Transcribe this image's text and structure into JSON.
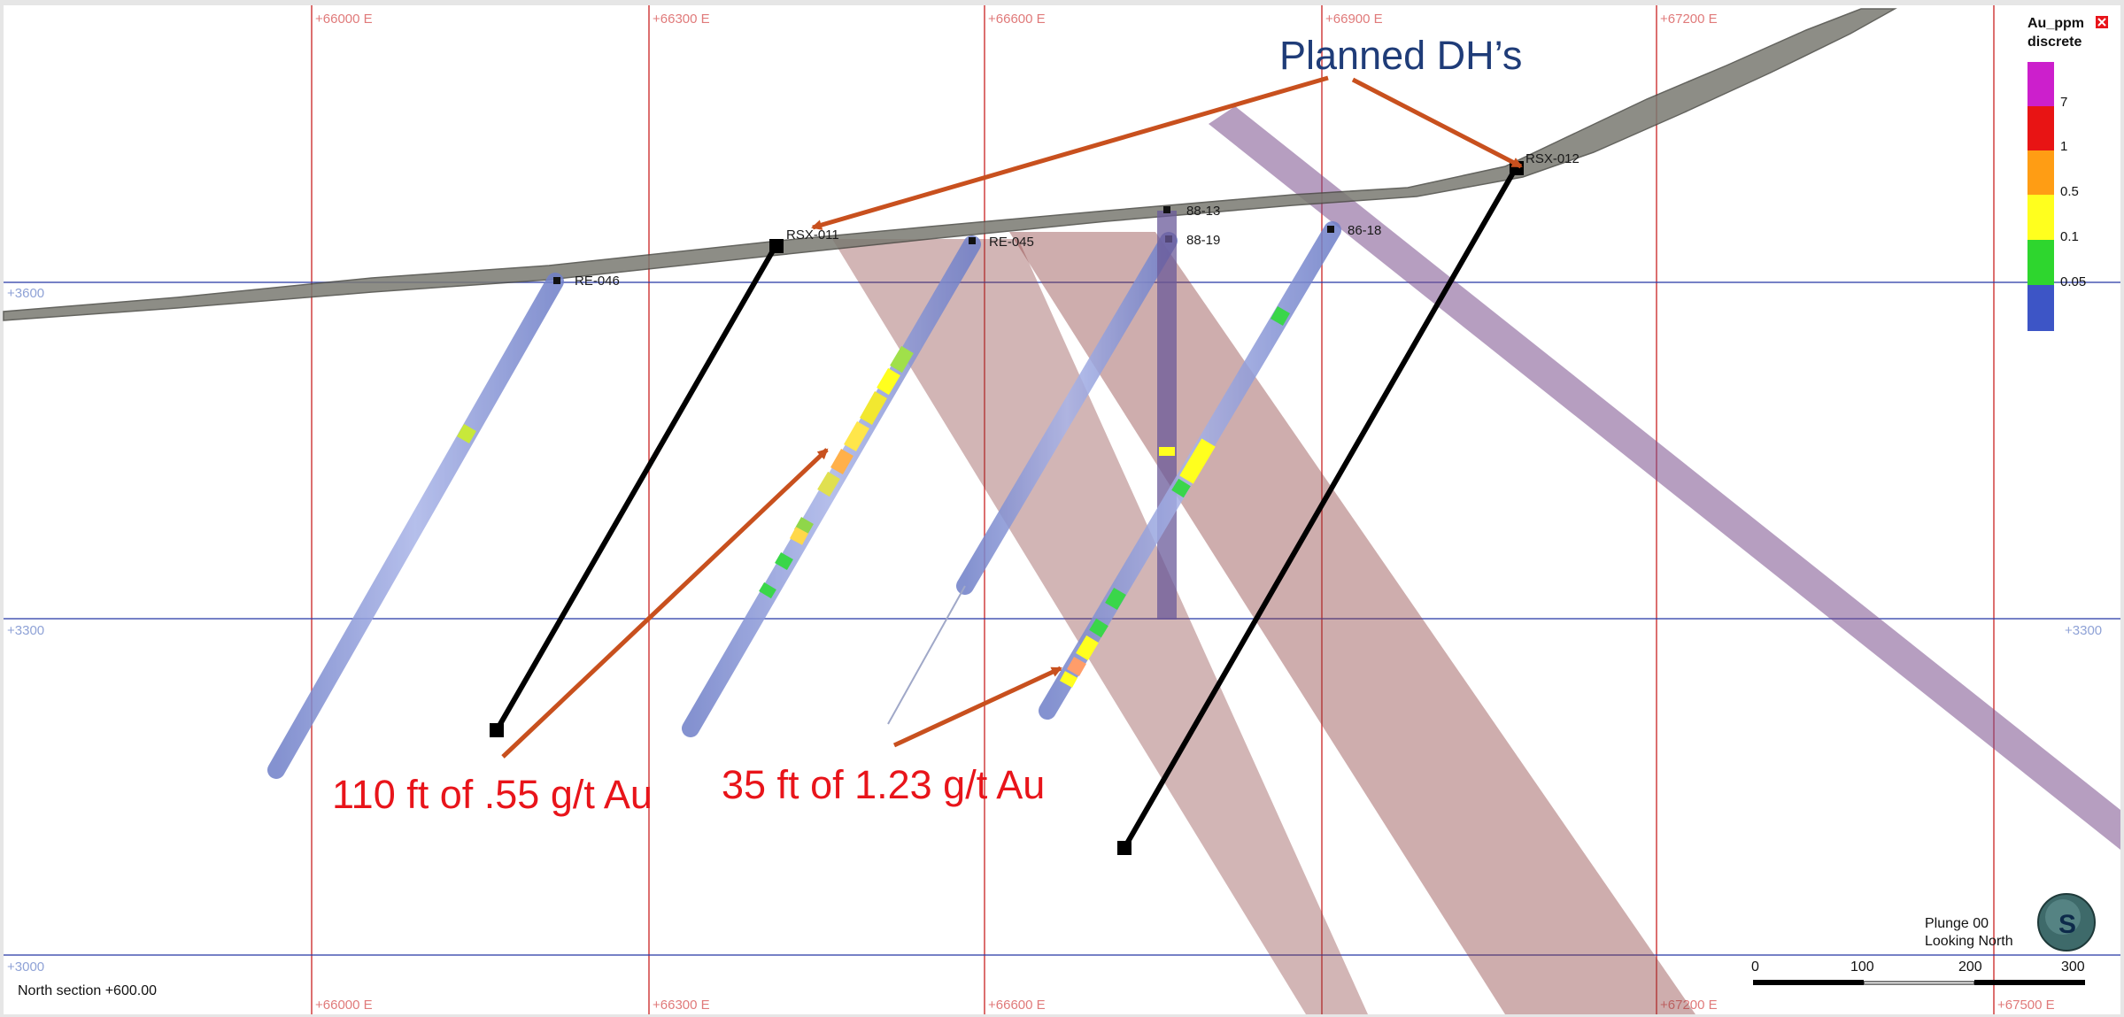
{
  "view": {
    "section_label": "North section +600.00",
    "plunge_label": "Plunge 00",
    "looking_label": "Looking North",
    "compass_letter": "S"
  },
  "grid": {
    "eastings": [
      "+66000 E",
      "+66300 E",
      "+66600 E",
      "+66900 E",
      "+67200 E",
      "+67500 E"
    ],
    "elevations": [
      "+3600",
      "+3300",
      "+3000"
    ]
  },
  "drillholes": {
    "re046": "RE-046",
    "rsx011": "RSX-011",
    "re045": "RE-045",
    "h88_13": "88-13",
    "h88_19": "88-19",
    "h86_18": "86-18",
    "rsx012": "RSX-012"
  },
  "annotations": {
    "planned": "Planned DH’s",
    "intercept_1": "110 ft of .55 g/t Au",
    "intercept_2": "35 ft of 1.23 g/t Au"
  },
  "legend": {
    "title_line1": "Au_ppm",
    "title_line2": "discrete",
    "thresholds": [
      "7",
      "1",
      "0.5",
      "0.1",
      "0.05"
    ],
    "colors": {
      "above_7": "#cc1fcc",
      "1_to_7": "#e81414",
      "0_5_to_1": "#ff9d14",
      "0_1_to_0_5": "#ffff1e",
      "0_05_to_0_1": "#2ed62e",
      "below_0_05": "#3d55c6"
    }
  },
  "scale_bar": {
    "ticks": [
      "0",
      "100",
      "200",
      "300"
    ]
  },
  "colors": {
    "grid_easting": "#c81e1e",
    "grid_elevation": "#2a3aa8",
    "drill_trace": "#8796d8",
    "planned_trace": "#000000",
    "arrow": "#c8501e",
    "fault_brown": "#8a3c3c",
    "fault_purple": "#7a4f8c",
    "topo_surface": "#7a7a72"
  }
}
